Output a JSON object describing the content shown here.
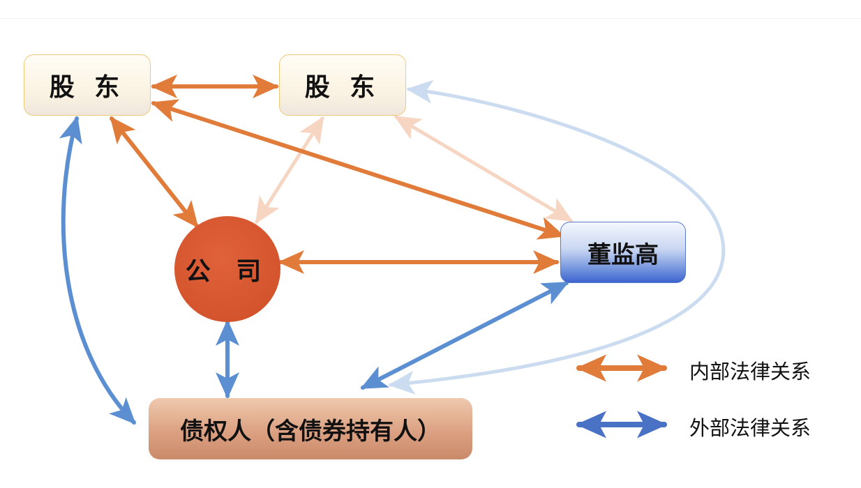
{
  "nodes": {
    "shareholder_left": "股 东",
    "shareholder_right": "股 东",
    "company": "公 司",
    "board": "董监高",
    "creditor": "债权人（含债券持有人）"
  },
  "legend": {
    "internal": "内部法律关系",
    "external": "外部法律关系"
  },
  "colors": {
    "internal_arrow": "#e07b3a",
    "external_arrow": "#5b8fd1",
    "company_fill": "#d4552d",
    "board_fill": "#3d64cf",
    "shareholder_border": "#f0c878",
    "creditor_fill": "#c98a69"
  }
}
